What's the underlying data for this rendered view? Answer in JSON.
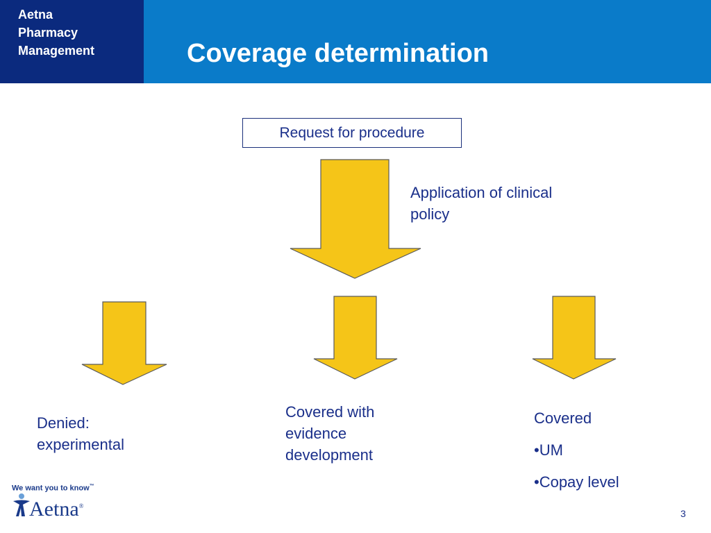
{
  "header": {
    "brand_lines": [
      "Aetna",
      "Pharmacy",
      "Management"
    ],
    "title": "Coverage determination"
  },
  "diagram": {
    "request": "Request for procedure",
    "policy_label_lines": [
      "Application of clinical",
      "policy"
    ],
    "outcomes": [
      {
        "lines": [
          "Denied:",
          "experimental"
        ]
      },
      {
        "lines": [
          "Covered with",
          "evidence",
          "development"
        ]
      },
      {
        "lines": [
          "Covered",
          "•UM",
          "•Copay level"
        ]
      }
    ]
  },
  "footer": {
    "tagline": "We want you to know",
    "tagline_mark": "™",
    "logo_text": "Aetna",
    "logo_mark": "®",
    "page_number": "3"
  },
  "colors": {
    "header_bg": "#0a7bc9",
    "brand_bg": "#0b2a7e",
    "arrow_fill": "#f5c518",
    "text": "#1a2f8a"
  }
}
